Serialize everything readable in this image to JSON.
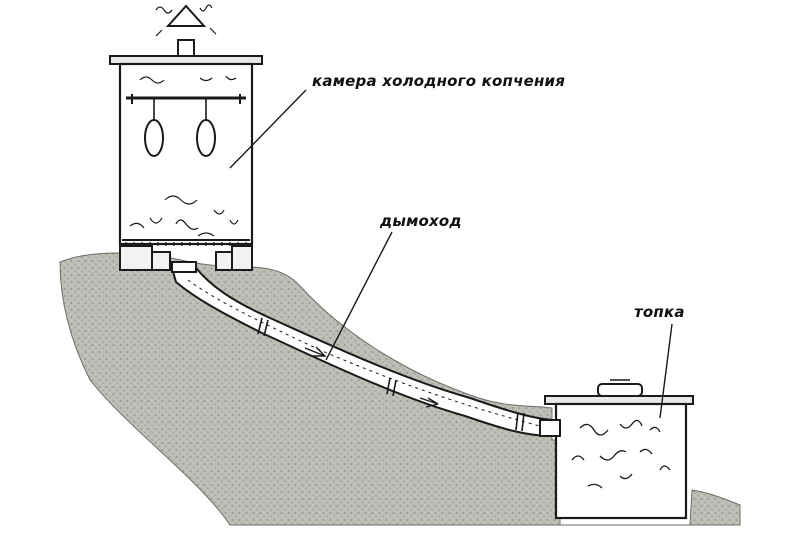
{
  "labels": {
    "chamber": "камера холодного копчения",
    "chimney": "дымоход",
    "firebox": "топка"
  },
  "colors": {
    "ink": "#1a1a1a",
    "ground": "#b9b9b2",
    "ground_dots": "#8e8e88",
    "background": "#ffffff"
  }
}
